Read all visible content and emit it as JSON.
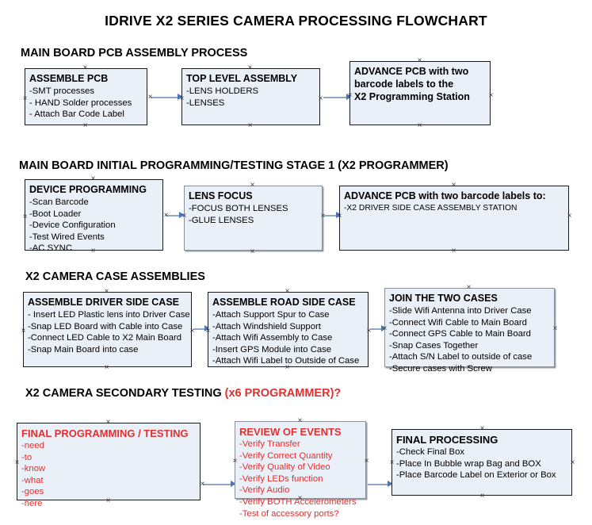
{
  "document": {
    "title": "IDRIVE X2  SERIES CAMERA PROCESSING FLOWCHART"
  },
  "sections": [
    {
      "id": "main-board-pcb-assembly",
      "heading": "MAIN BOARD PCB ASSEMBLY PROCESS",
      "heading_accent": "",
      "nodes": [
        {
          "id": "assemble-pcb",
          "title": "ASSEMBLE PCB",
          "lines": [
            "-SMT processes",
            "- HAND Solder processes",
            "- Attach Bar Code Label"
          ],
          "color": "black"
        },
        {
          "id": "top-level-assembly",
          "title": "TOP LEVEL ASSEMBLY",
          "lines": [
            "-LENS HOLDERS",
            "-LENSES"
          ],
          "color": "black"
        },
        {
          "id": "advance-pcb-x2-programming-station",
          "title": "ADVANCE PCB with two",
          "lines": [
            "barcode labels to the",
            " X2 Programming Station"
          ],
          "color": "black"
        }
      ]
    },
    {
      "id": "main-board-initial-programming",
      "heading": "MAIN BOARD INITIAL PROGRAMMING/TESTING STAGE 1 (X2 PROGRAMMER)",
      "heading_accent": "",
      "nodes": [
        {
          "id": "device-programming",
          "title": "DEVICE PROGRAMMING",
          "lines": [
            "-Scan Barcode",
            "-Boot Loader",
            "-Device Configuration",
            "-Test Wired Events",
            "-AC SYNC"
          ],
          "color": "black"
        },
        {
          "id": "lens-focus",
          "title": "LENS FOCUS",
          "lines": [
            "-FOCUS BOTH LENSES",
            "-GLUE LENSES"
          ],
          "color": "black"
        },
        {
          "id": "advance-pcb-driver-side-case",
          "title": "ADVANCE PCB with two barcode labels to:",
          "lines": [
            "-X2 DRIVER  SIDE  CASE  ASSEMBLY STATION"
          ],
          "color": "black"
        }
      ]
    },
    {
      "id": "x2-camera-case-assemblies",
      "heading": "X2 CAMERA CASE ASSEMBLIES",
      "heading_accent": "",
      "nodes": [
        {
          "id": "assemble-driver-side-case",
          "title": "ASSEMBLE DRIVER SIDE CASE",
          "lines": [
            "- Insert LED Plastic lens into Driver Case",
            "-Snap LED Board with Cable into Case",
            "-Connect LED Cable to X2 Main Board",
            "-Snap Main Board into case"
          ],
          "color": "black"
        },
        {
          "id": "assemble-road-side-case",
          "title": "ASSEMBLE ROAD SIDE CASE",
          "lines": [
            "-Attach Support Spur to Case",
            "-Attach Windshield Support",
            "-Attach Wifi Assembly to Case",
            "-Insert GPS Module into Case",
            "-Attach Wifi Label to Outside of Case"
          ],
          "color": "black"
        },
        {
          "id": "join-the-two-cases",
          "title": "JOIN THE TWO CASES",
          "lines": [
            "-Slide Wifi Antenna into Driver Case",
            "-Connect Wifi Cable to Main Board",
            "-Connect GPS Cable to Main Board",
            "-Snap Cases Together",
            "-Attach S/N Label to outside of case",
            "-Secure cases with Screw"
          ],
          "color": "black"
        }
      ]
    },
    {
      "id": "x2-camera-secondary-testing",
      "heading": "X2 CAMERA SECONDARY TESTING ",
      "heading_accent": "(x6 PROGRAMMER)?",
      "nodes": [
        {
          "id": "final-programming-testing",
          "title": "FINAL PROGRAMMING / TESTING",
          "lines": [
            "-need",
            "-to",
            "-know",
            "-what",
            "-goes",
            "-here"
          ],
          "color": "red"
        },
        {
          "id": "review-of-events",
          "title": "REVIEW OF EVENTS",
          "lines": [
            "-Verify Transfer",
            "-Verify Correct Quantity",
            "-Verify Quality of Video",
            "-Verify LEDs function",
            "-Verify Audio",
            "-Verify BOTH Accelerometers",
            "-Test of accessory ports?"
          ],
          "color": "red"
        },
        {
          "id": "final-processing",
          "title": "FINAL PROCESSING",
          "lines": [
            " -Check Final Box",
            "-Place In Bubble wrap Bag and BOX",
            "-Place Barcode Label on Exterior or Box"
          ],
          "color": "black"
        }
      ]
    }
  ],
  "colors": {
    "node_fill": "#eaf0f8",
    "node_border": "#2b2b2b",
    "connector": "#8fa9c4",
    "arrow": "#4a76bd",
    "accent_red": "#e03030",
    "text": "#000000"
  }
}
